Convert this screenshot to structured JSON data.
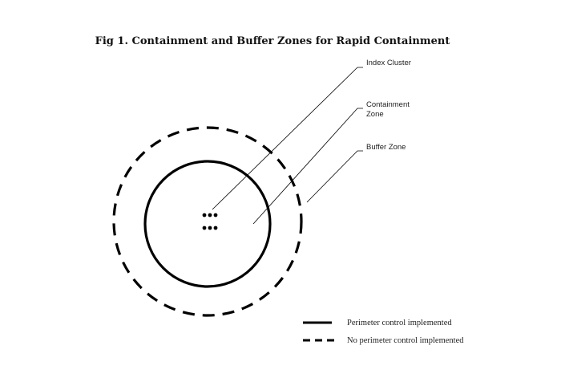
{
  "figure": {
    "title": "Fig 1. Containment and Buffer Zones for Rapid Containment",
    "callouts": {
      "index_cluster": "Index Cluster",
      "containment_zone_line1": "Containment",
      "containment_zone_line2": "Zone",
      "buffer_zone": "Buffer Zone"
    },
    "legend": {
      "solid_label": "Perimeter control implemented",
      "dashed_label": "No perimeter control implemented"
    },
    "colors": {
      "stroke": "#000000",
      "text": "#222222"
    }
  }
}
